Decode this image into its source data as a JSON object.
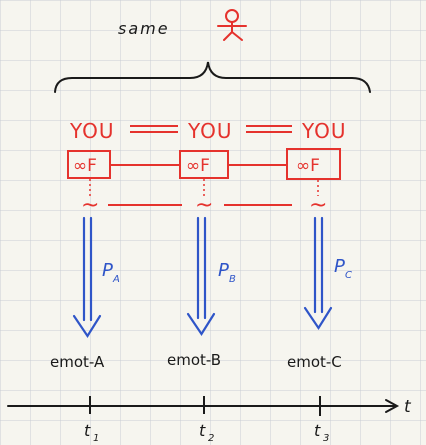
{
  "header": {
    "same_label": "same",
    "person_icon": "stick-figure-icon"
  },
  "you_row": {
    "labels": [
      "YOU",
      "YOU",
      "YOU"
    ],
    "equals": "=="
  },
  "inf_row": {
    "labels": [
      "∞F",
      "∞F",
      "∞F"
    ]
  },
  "tilde_row": {
    "symbol": "~"
  },
  "arrows": {
    "labels": [
      "P",
      "P",
      "P"
    ],
    "subscripts": [
      "A",
      "B",
      "C"
    ]
  },
  "emotions": [
    "emot-A",
    "emot-B",
    "emot-C"
  ],
  "timeline": {
    "axis_label": "t",
    "ticks": [
      {
        "label": "t",
        "sub": "1"
      },
      {
        "label": "t",
        "sub": "2"
      },
      {
        "label": "t",
        "sub": "3"
      }
    ]
  },
  "colors": {
    "red": "#e5322d",
    "blue": "#2f55c8",
    "ink": "#1a1a1a",
    "grid": "#c9cdd4",
    "paper": "#f6f5ef"
  }
}
